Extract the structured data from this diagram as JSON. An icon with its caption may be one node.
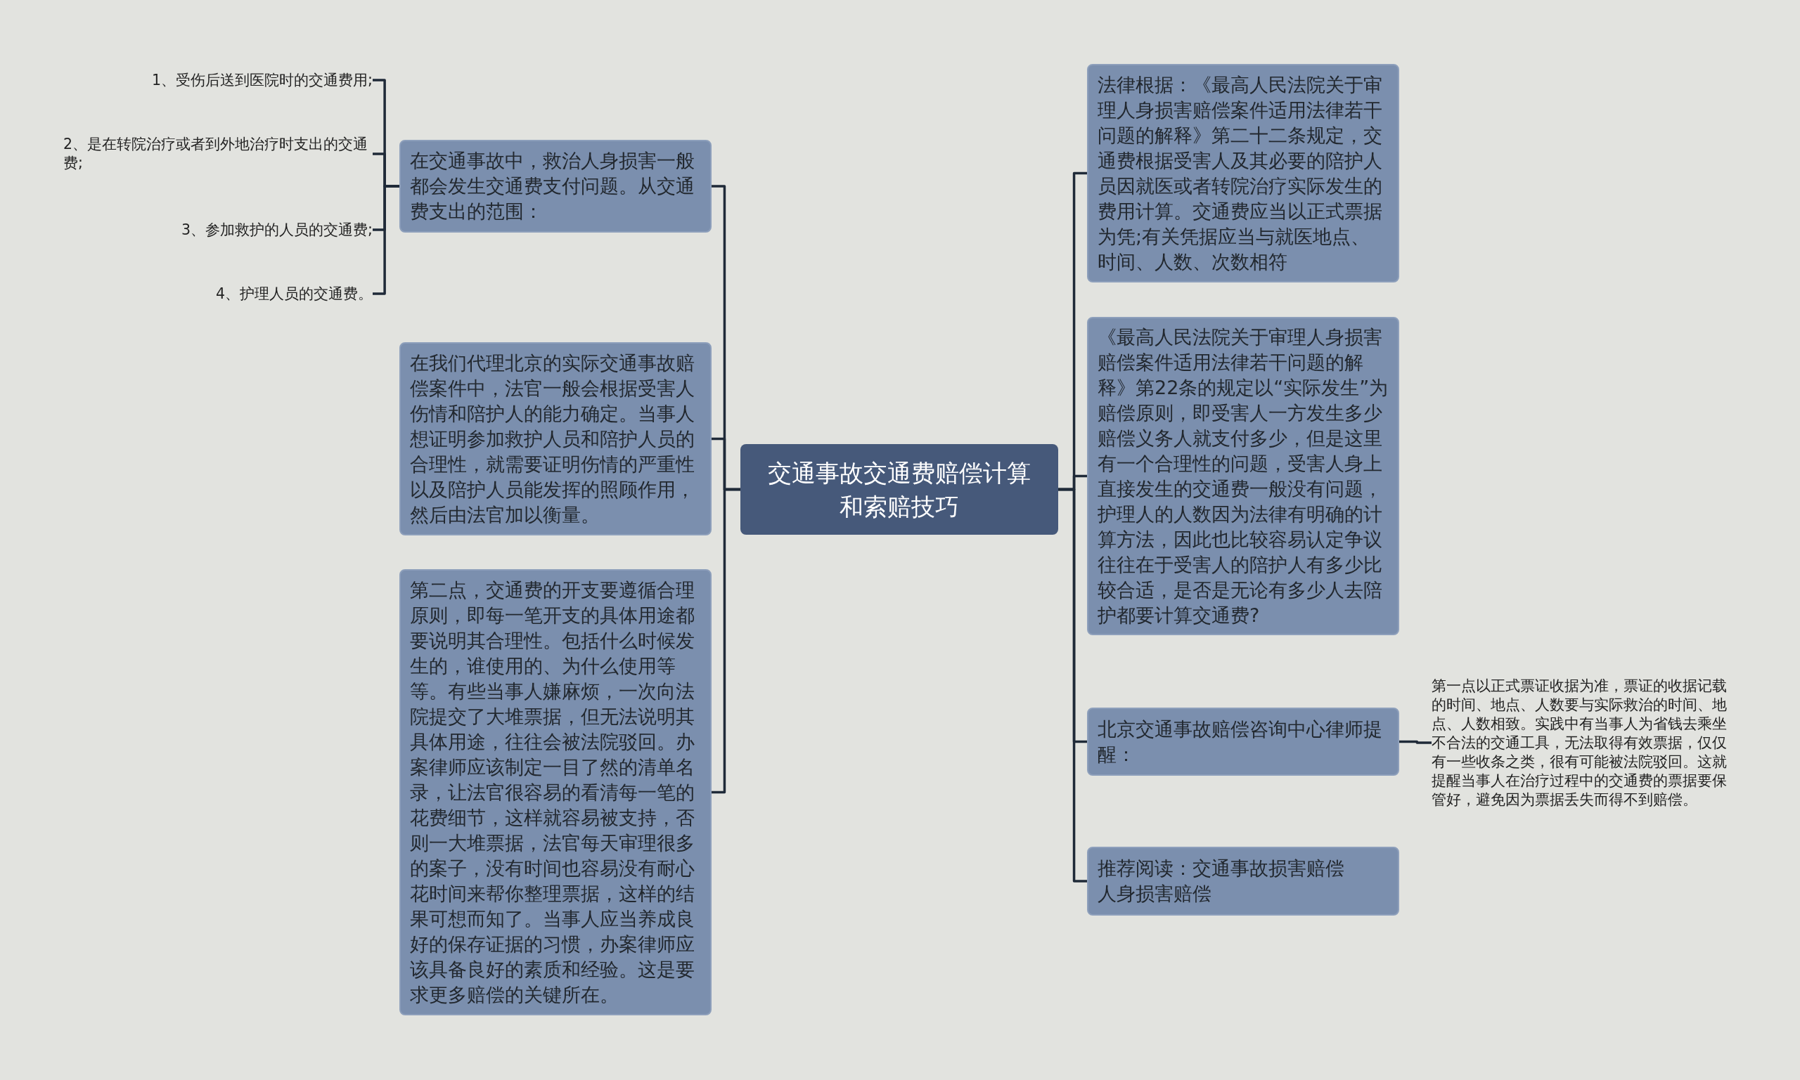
{
  "diagram": {
    "nodes": [
      {
        "text": [
          "交通事故交通费赔偿计算和索赔技巧"
        ]
      },
      {
        "text": [
          "在交通事故中，救治人身损害一般都会发生交通费支付问题。从交通费支出的范围："
        ]
      },
      {
        "text": [
          "1、受伤后送到医院时的交通费用;"
        ]
      },
      {
        "text": [
          "2、是在转院治疗或者到外地治疗时支出的交通费;"
        ]
      },
      {
        "text": [
          "3、参加救护的人员的交通费;"
        ]
      },
      {
        "text": [
          "4、护理人员的交通费。"
        ]
      },
      {
        "text": [
          "在我们代理北京的实际交通事故赔偿案件中，法官一般会根据受害人伤情和陪护人的能力确定。当事人想证明参加救护人员和陪护人员的合理性，就需要证明伤情的严重性以及陪护人员能发挥的照顾作用，然后由法官加以衡量。"
        ]
      },
      {
        "text": [
          "第二点，交通费的开支要遵循合理原则，即每一笔开支的具体用途都要说明其合理性。包括什么时候发生的，谁使用的、为什么使用等等。有些当事人嫌麻烦，一次向法院提交了大堆票据，但无法说明其具体用途，往往会被法院驳回。办案律师应该制定一目了然的清单名录，让法官很容易的看清每一笔的花费细节，这样就容易被支持，否则一大堆票据，法官每天审理很多的案子，没有时间也容易没有耐心花时间来帮你整理票据，这样的结果可想而知了。当事人应当养成良好的保存证据的习惯，办案律师应该具备良好的素质和经验。这是要求更多赔偿的关键所在。"
        ]
      },
      {
        "text": [
          "法律根据：《最高人民法院关于审理人身损害赔偿案件适用法律若干问题的解释》第二十二条规定，交通费根据受害人及其必要的陪护人员因就医或者转院治疗实际发生的费用计算。交通费应当以正式票据为凭;有关凭据应当与就医地点、时间、人数、次数相符"
        ]
      },
      {
        "text": [
          "《最高人民法院关于审理人身损害赔偿案件适用法律若干问题的解释》第22条的规定以“实际发生”为赔偿原则，即受害人一方发生多少赔偿义务人就支付多少，但是这里有一个合理性的问题，受害人身上直接发生的交通费一般没有问题，护理人的人数因为法律有明确的计算方法，因此也比较容易认定争议往往在于受害人的陪护人有多少比较合适，是否是无论有多少人去陪护都要计算交通费?"
        ]
      },
      {
        "text": [
          "北京交通事故赔偿咨询中心律师提醒："
        ]
      },
      {
        "text": [
          "第一点以正式票证收据为准，票证的收据记载的时间、地点、人数要与实际救治的时间、地点、人数相致。实践中有当事人为省钱去乘坐不合法的交通工具，无法取得有效票据，仅仅有一些收条之类，很有可能被法院驳回。这就提醒当事人在治疗过程中的交通费的票据要保管好，避免因为票据丢失而得不到赔偿。"
        ]
      },
      {
        "text": [
          "推荐阅读：交通事故损害赔偿人身损害赔偿"
        ]
      }
    ],
    "edges": [
      {
        "from": 0,
        "to": 1,
        "arrow": "none"
      },
      {
        "from": 0,
        "to": 6,
        "arrow": "none"
      },
      {
        "from": 0,
        "to": 7,
        "arrow": "none"
      },
      {
        "from": 1,
        "to": 2,
        "arrow": "none"
      },
      {
        "from": 1,
        "to": 3,
        "arrow": "none"
      },
      {
        "from": 1,
        "to": 4,
        "arrow": "none"
      },
      {
        "from": 1,
        "to": 5,
        "arrow": "none"
      },
      {
        "from": 0,
        "to": 8,
        "arrow": "none"
      },
      {
        "from": 0,
        "to": 9,
        "arrow": "none"
      },
      {
        "from": 0,
        "to": 10,
        "arrow": "none"
      },
      {
        "from": 0,
        "to": 12,
        "arrow": "none"
      },
      {
        "from": 10,
        "to": 11,
        "arrow": "none"
      }
    ]
  }
}
